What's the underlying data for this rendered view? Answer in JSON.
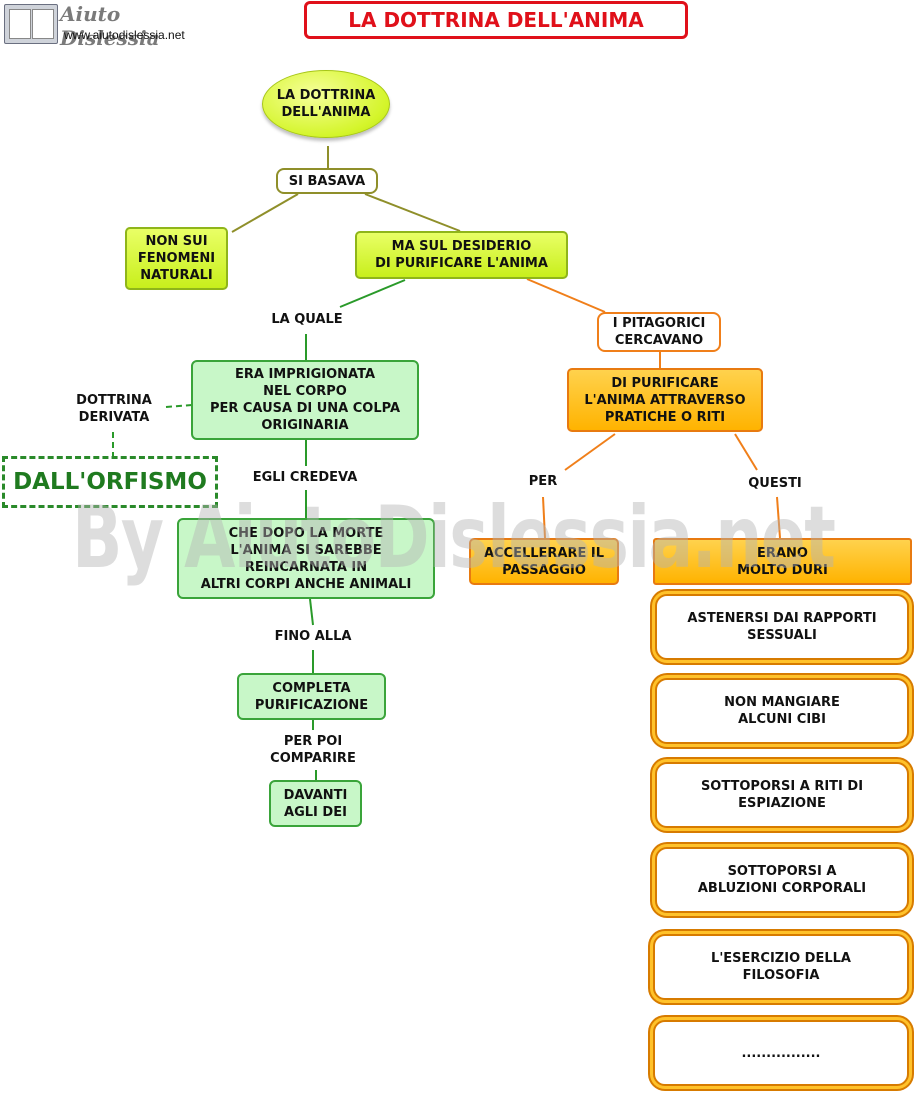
{
  "header": {
    "logo_text": "Aiuto Dislessia",
    "logo_url": "www.aiutodislessia.net",
    "title": "LA DOTTRINA DELL'ANIMA"
  },
  "watermark": "By AiutoDislessia.net",
  "nodes": {
    "root": "LA DOTTRINA\nDELL'ANIMA",
    "si_basava": "SI BASAVA",
    "non_sui": "NON SUI\nFENOMENI\nNATURALI",
    "ma_sul": "MA SUL DESIDERIO\nDI PURIFICARE L'ANIMA",
    "la_quale": "LA QUALE",
    "imprigionata": "ERA IMPRIGIONATA\nNEL CORPO\nPER CAUSA DI UNA COLPA\nORIGINARIA",
    "dottrina_derivata": "DOTTRINA\nDERIVATA",
    "orfismo": "DALL'ORFISMO",
    "egli_credeva": "EGLI CREDEVA",
    "dopo_morte": "CHE DOPO LA MORTE\nL'ANIMA SI SAREBBE\nREINCARNATA IN\nALTRI CORPI ANCHE ANIMALI",
    "fino_alla": "FINO ALLA",
    "completa": "COMPLETA\nPURIFICAZIONE",
    "per_poi": "PER POI\nCOMPARIRE",
    "davanti": "DAVANTI\nAGLI DEI",
    "pitagorici": "I PITAGORICI\nCERCAVANO",
    "di_purificare": "DI PURIFICARE\nL'ANIMA ATTRAVERSO\nPRATICHE O RITI",
    "per": "PER",
    "questi": "QUESTI",
    "accellerare": "ACCELLERARE IL\nPASSAGGIO",
    "erano": "ERANO\nMOLTO DURI"
  },
  "practices": [
    "ASTENERSI DAI RAPPORTI\nSESSUALI",
    "NON MANGIARE\nALCUNI CIBI",
    "SOTTOPORSI A RITI DI\nESPIAZIONE",
    "SOTTOPORSI A\nABLUZIONI CORPORALI",
    "L'ESERCIZIO DELLA\nFILOSOFIA",
    "................"
  ],
  "colors": {
    "title_border": "#e0101a",
    "lime": "#d4f52a",
    "green_fill": "#c8f7c8",
    "green_border": "#3aa43a",
    "orange": "#ffc21a",
    "orange_line": "#f07f1a",
    "olive_line": "#8f8f2a",
    "orfismo_text": "#1f7a1f"
  }
}
